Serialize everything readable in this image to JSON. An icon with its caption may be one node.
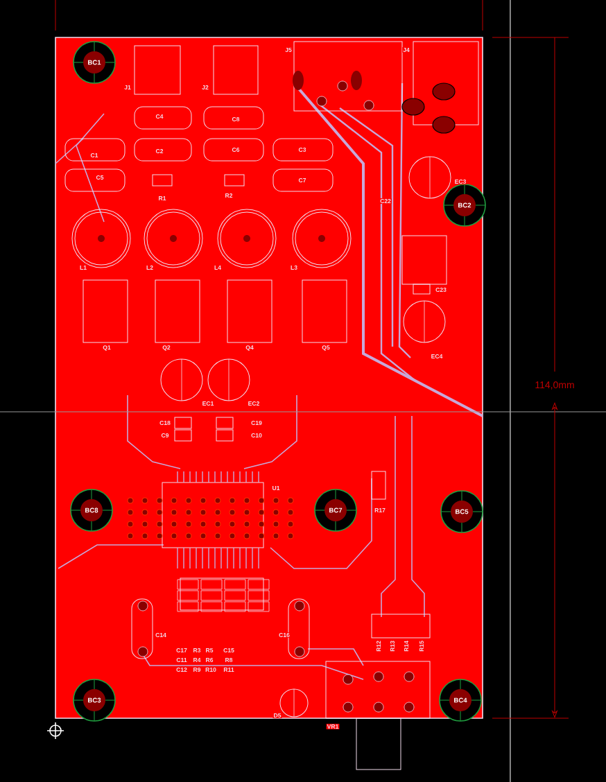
{
  "diagram": {
    "labels": [
      "J5",
      "J4",
      "BC1",
      "J1",
      "J2",
      "C4",
      "C8",
      "C1",
      "C2",
      "C6",
      "C3",
      "C5",
      "C7",
      "R1",
      "R2",
      "EC3",
      "C22",
      "BC2",
      "L1",
      "L2",
      "L4",
      "L3",
      "C23",
      "Q1",
      "Q2",
      "Q4",
      "Q5",
      "EC4",
      "114,0mm",
      "EC1",
      "EC2",
      "C18",
      "C19",
      "C9",
      "C10",
      "U1",
      "BC8",
      "BC7",
      "R17",
      "BC5",
      "C14",
      "C16",
      "R12",
      "R13",
      "R14",
      "R15",
      "C17",
      "R3",
      "R5",
      "C15",
      "C11",
      "R4",
      "R6",
      "R8",
      "C12",
      "R9",
      "R10",
      "R11",
      "BC3",
      "BC4",
      "D5",
      "VR1"
    ]
  }
}
